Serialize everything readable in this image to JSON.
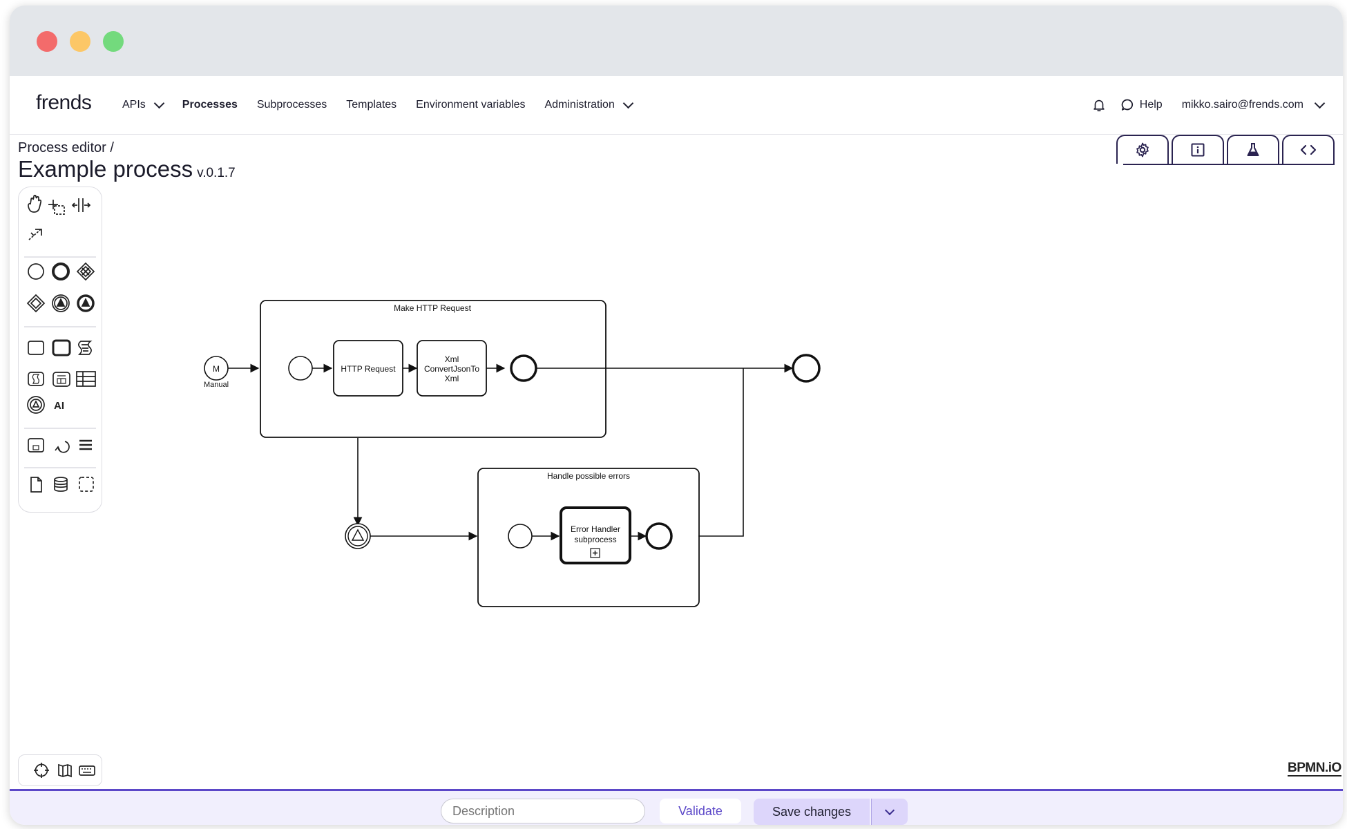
{
  "window": {
    "controls": [
      "close",
      "minimize",
      "maximize"
    ]
  },
  "nav": {
    "logo": "frends",
    "items": [
      {
        "label": "APIs",
        "dropdown": true
      },
      {
        "label": "Processes",
        "active": true
      },
      {
        "label": "Subprocesses"
      },
      {
        "label": "Templates"
      },
      {
        "label": "Environment variables"
      },
      {
        "label": "Administration",
        "dropdown": true
      }
    ],
    "help_label": "Help",
    "user_email": "mikko.sairo@frends.com",
    "icons": [
      "bell-icon",
      "help-icon"
    ]
  },
  "page": {
    "breadcrumb": "Process editor /",
    "title": "Example process",
    "version": "v.0.1.7"
  },
  "tabs": [
    "gear-icon",
    "info-icon",
    "flask-icon",
    "code-icon"
  ],
  "diagram": {
    "start_event_marker": "M",
    "start_event_label": "Manual",
    "subprocess1_title": "Make HTTP Request",
    "task1_label": "HTTP Request",
    "task2_line1": "Xml",
    "task2_line2": "ConvertJsonTo",
    "task2_line3": "Xml",
    "subprocess2_title": "Handle possible errors",
    "call_line1": "Error Handler",
    "call_line2": "subprocess"
  },
  "watermark": "BPMN.iO",
  "footer": {
    "description_placeholder": "Description",
    "validate_label": "Validate",
    "save_label": "Save changes"
  },
  "colors": {
    "accent": "#5b47c8",
    "save_bg": "#ddd6fb",
    "footer_bg": "#f1effd"
  }
}
